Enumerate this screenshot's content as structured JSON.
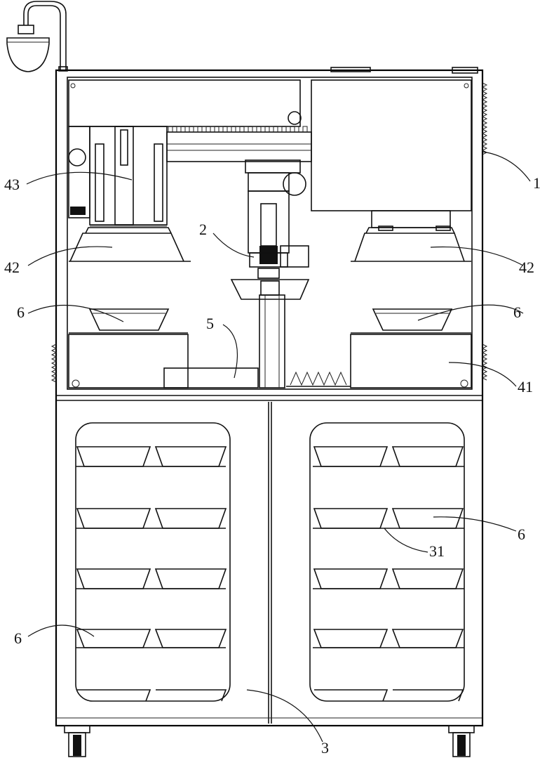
{
  "figure": {
    "labels": [
      {
        "id": "1",
        "text": "1"
      },
      {
        "id": "43",
        "text": "43"
      },
      {
        "id": "2",
        "text": "2"
      },
      {
        "id": "42-left",
        "text": "42"
      },
      {
        "id": "42-right",
        "text": "42"
      },
      {
        "id": "6-upper-left",
        "text": "6"
      },
      {
        "id": "6-upper-right",
        "text": "6"
      },
      {
        "id": "5",
        "text": "5"
      },
      {
        "id": "41",
        "text": "41"
      },
      {
        "id": "6-middle-right",
        "text": "6"
      },
      {
        "id": "31",
        "text": "31"
      },
      {
        "id": "6-lower-left",
        "text": "6"
      },
      {
        "id": "3",
        "text": "3"
      }
    ]
  }
}
